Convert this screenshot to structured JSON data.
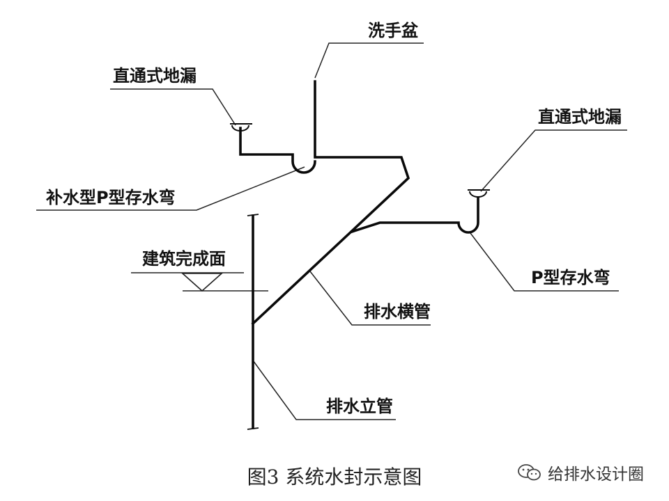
{
  "labels": {
    "basin": "洗手盆",
    "floor_drain_left": "直通式地漏",
    "floor_drain_right": "直通式地漏",
    "trap_refill": "补水型P型存水弯",
    "finished_floor": "建筑完成面",
    "p_trap": "P型存水弯",
    "horizontal_pipe": "排水横管",
    "vertical_stack": "排水立管"
  },
  "caption": "图3  系统水封示意图",
  "watermark": {
    "text": "给排水设计圈",
    "icon": "wechat-icon"
  },
  "colors": {
    "pipe": "#0a0a0a",
    "leader": "#222222",
    "text": "#111111"
  }
}
